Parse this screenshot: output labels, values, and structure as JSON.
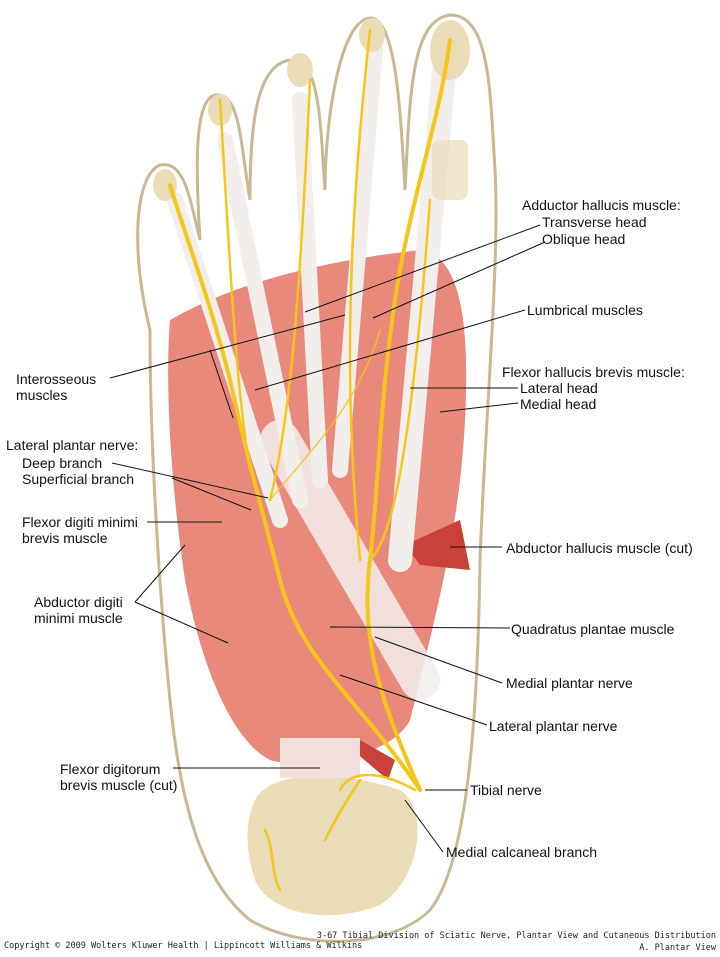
{
  "figure": {
    "title": "3-67 Tibial Division of Sciatic Nerve, Plantar View and Cutaneous Distribution",
    "subtitle": "A. Plantar View",
    "copyright": "Copyright © 2009 Wolters Kluwer Health | Lippincott Williams & Wilkins"
  },
  "colors": {
    "skin_outline": "#c8b894",
    "muscle": "#e8897c",
    "muscle_dark": "#c9413a",
    "tendon": "#f2eeec",
    "bone": "#e9dcb6",
    "nerve": "#f5c518",
    "leader": "#111111"
  },
  "labels": {
    "adductor_hallucis": "Adductor hallucis muscle:",
    "transverse_head": "Transverse head",
    "oblique_head": "Oblique head",
    "lumbrical": "Lumbrical muscles",
    "interosseous_1": "Interosseous",
    "interosseous_2": "muscles",
    "fhb": "Flexor hallucis brevis muscle:",
    "fhb_lateral": "Lateral head",
    "fhb_medial": "Medial head",
    "lpn_header": "Lateral plantar nerve:",
    "deep_branch": "Deep branch",
    "superficial_branch": "Superficial branch",
    "fdmb_1": "Flexor digiti minimi",
    "fdmb_2": "brevis muscle",
    "abductor_hallucis_cut": "Abductor hallucis muscle (cut)",
    "adm_1": "Abductor digiti",
    "adm_2": "minimi muscle",
    "quadratus_plantae": "Quadratus plantae muscle",
    "medial_plantar_nerve": "Medial plantar nerve",
    "lateral_plantar_nerve": "Lateral plantar nerve",
    "fdb_1": "Flexor digitorum",
    "fdb_2": "brevis muscle (cut)",
    "tibial_nerve": "Tibial nerve",
    "medial_calcaneal": "Medial calcaneal branch"
  }
}
